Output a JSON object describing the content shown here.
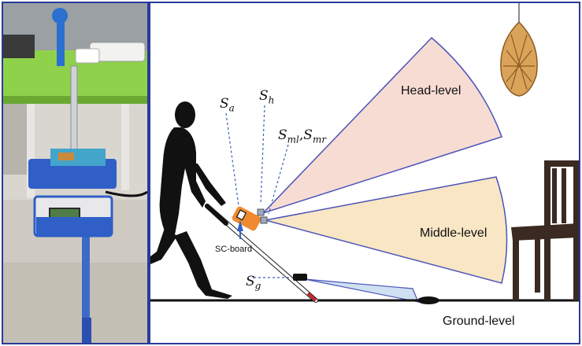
{
  "diagram": {
    "zone_labels": {
      "head": "Head-level",
      "middle": "Middle-level",
      "ground": "Ground-level"
    },
    "board_label": "SC-board",
    "sensors": {
      "sa": {
        "base": "S",
        "sub": "a"
      },
      "sh": {
        "base": "S",
        "sub": "h"
      },
      "sml": {
        "base": "S",
        "sub": "ml"
      },
      "sep": ",",
      "smr": {
        "base": "S",
        "sub": "mr"
      },
      "sg": {
        "base": "S",
        "sub": "g"
      }
    },
    "colors": {
      "head_zone": "#f7dcd4",
      "middle_zone": "#f8e6c4",
      "ground_zone": "#cfe0f2",
      "zone_outline": "#4a54b8",
      "frame_border": "#2a3a9a",
      "silhouette": "#111111",
      "board": "#f08a30",
      "chair": "#3a2a22",
      "lamp": "#d9a35a"
    }
  },
  "photo": {
    "description_icons": [
      "cane-prototype-photo"
    ]
  }
}
